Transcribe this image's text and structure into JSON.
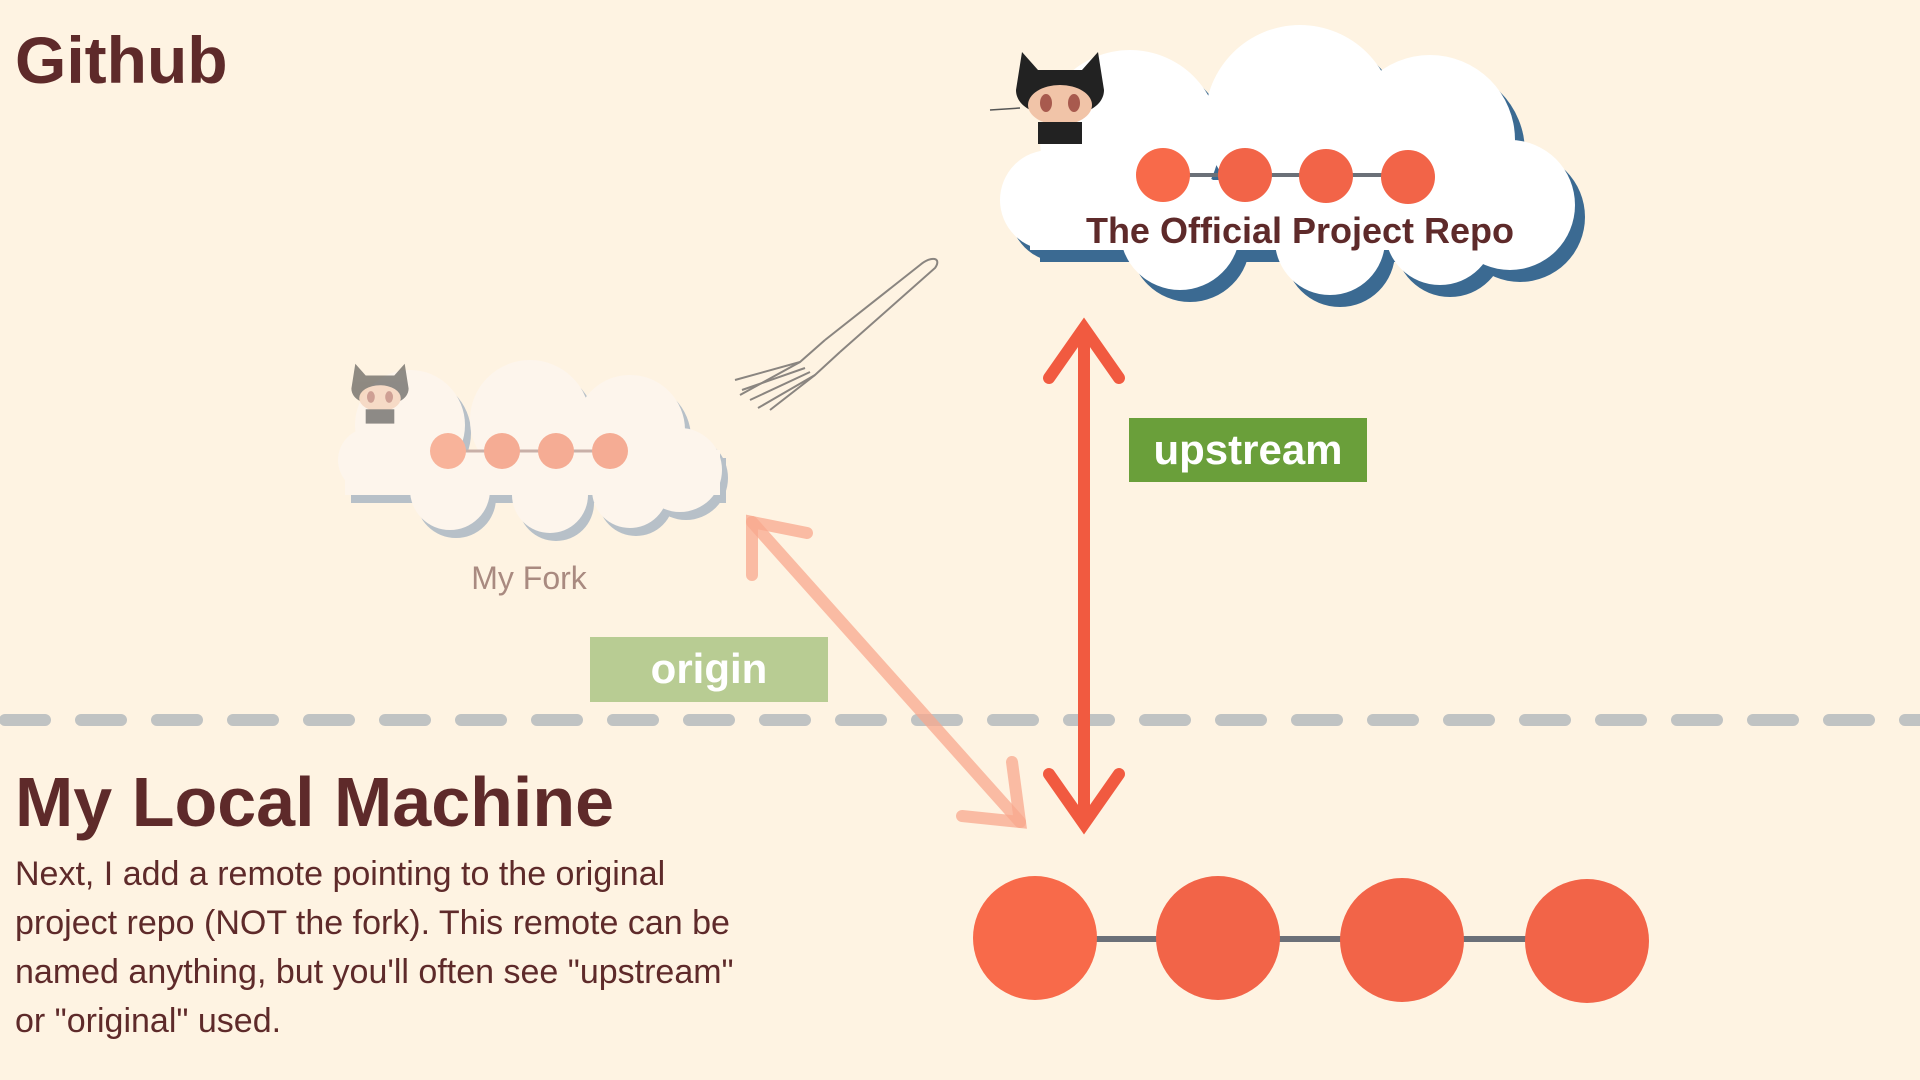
{
  "headings": {
    "github": "Github",
    "local": "My Local Machine"
  },
  "description": [
    "Next, I add a remote pointing to the original",
    "project repo (NOT the fork).  This remote can be",
    "named anything, but you'll often see \"upstream\"",
    "or \"original\" used."
  ],
  "official_repo": {
    "label": "The Official Project Repo",
    "commits": 4
  },
  "fork": {
    "label": "My Fork",
    "commits": 4
  },
  "local_repo": {
    "commits": 4
  },
  "remotes": {
    "upstream": "upstream",
    "origin": "origin"
  },
  "colors": {
    "background": "#fef3e2",
    "text": "#5e2a2a",
    "commit": "#f26448",
    "upstream": "#6a9f3a",
    "origin": "#b8cc93",
    "cloud_shadow": "#3b6a92"
  }
}
